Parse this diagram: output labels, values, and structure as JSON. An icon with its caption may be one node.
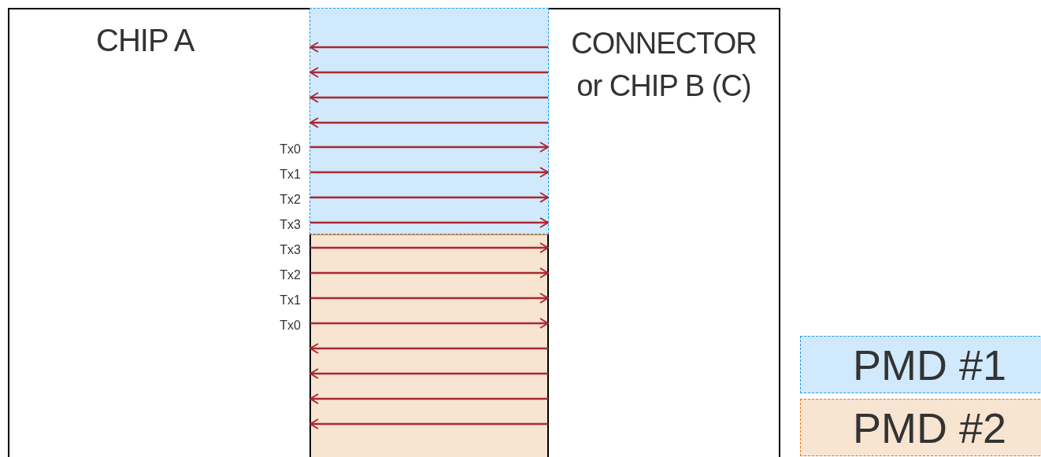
{
  "diagram": {
    "nodes": [
      {
        "text": [
          "CHIP A"
        ]
      },
      {
        "text": [
          "CONNECTOR or CHIP B (C)"
        ]
      }
    ],
    "edges": [
      {
        "from": 1,
        "to": 0,
        "arrow": "to"
      },
      {
        "from": 1,
        "to": 0,
        "arrow": "to"
      },
      {
        "from": 1,
        "to": 0,
        "arrow": "to"
      },
      {
        "from": 1,
        "to": 0,
        "arrow": "to"
      },
      {
        "from": 0,
        "to": 1,
        "arrow": "to"
      },
      {
        "from": 0,
        "to": 1,
        "arrow": "to"
      },
      {
        "from": 0,
        "to": 1,
        "arrow": "to"
      },
      {
        "from": 0,
        "to": 1,
        "arrow": "to"
      },
      {
        "from": 0,
        "to": 1,
        "arrow": "to"
      },
      {
        "from": 0,
        "to": 1,
        "arrow": "to"
      },
      {
        "from": 0,
        "to": 1,
        "arrow": "to"
      },
      {
        "from": 0,
        "to": 1,
        "arrow": "to"
      },
      {
        "from": 1,
        "to": 0,
        "arrow": "to"
      },
      {
        "from": 1,
        "to": 0,
        "arrow": "to"
      },
      {
        "from": 1,
        "to": 0,
        "arrow": "to"
      },
      {
        "from": 1,
        "to": 0,
        "arrow": "to"
      }
    ],
    "labels": [
      "Tx0",
      "Tx1",
      "Tx2",
      "Tx3",
      "Tx3",
      "Tx2",
      "Tx1",
      "Tx0"
    ],
    "legend": [
      {
        "text": "PMD #1",
        "color": "#d0e9fc"
      },
      {
        "text": "PMD #2",
        "color": "#f7e4d1"
      }
    ]
  }
}
